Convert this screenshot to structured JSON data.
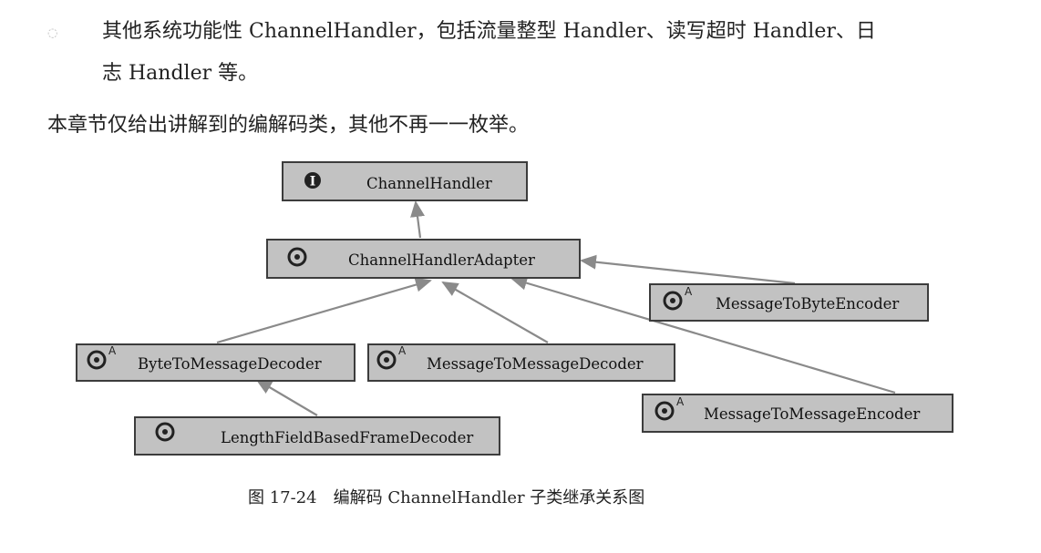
{
  "paragraph1": {
    "line1": "其他系统功能性 ChannelHandler，包括流量整型 Handler、读写超时 Handler、日",
    "line2": "志 Handler 等。"
  },
  "paragraph2": "本章节仅给出讲解到的编解码类，其他不再一一枚举。",
  "diagram": {
    "nodes": {
      "channel_handler": {
        "label": "ChannelHandler",
        "icon": "interface-icon"
      },
      "channel_handler_adapter": {
        "label": "ChannelHandlerAdapter",
        "icon": "class-icon"
      },
      "message_to_byte_encoder": {
        "label": "MessageToByteEncoder",
        "icon": "abstract-class-icon",
        "marker": "A"
      },
      "byte_to_message_decoder": {
        "label": "ByteToMessageDecoder",
        "icon": "abstract-class-icon",
        "marker": "A"
      },
      "message_to_message_decoder": {
        "label": "MessageToMessageDecoder",
        "icon": "abstract-class-icon",
        "marker": "A"
      },
      "message_to_message_encoder": {
        "label": "MessageToMessageEncoder",
        "icon": "abstract-class-icon",
        "marker": "A"
      },
      "length_field_based_frame_decoder": {
        "label": "LengthFieldBasedFrameDecoder",
        "icon": "class-icon"
      }
    },
    "interface_glyph": "I",
    "colors": {
      "node_fill": "#c2c2c2",
      "node_border": "#3c3c3c",
      "arrow": "#8a8a8a",
      "icon_dark": "#222222"
    }
  },
  "caption": "图 17-24　编解码 ChannelHandler 子类继承关系图"
}
